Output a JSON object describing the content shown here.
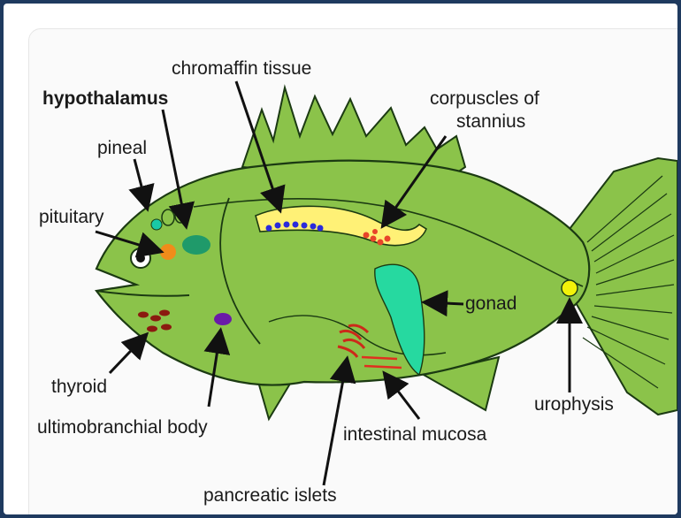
{
  "labels": {
    "chromaffin": "chromaffin tissue",
    "hypothalamus": "hypothalamus",
    "corpuscles_line1": "corpuscles of",
    "corpuscles_line2": "stannius",
    "pineal": "pineal",
    "pituitary": "pituitary",
    "gonad": "gonad",
    "thyroid": "thyroid",
    "ultimobranchial": "ultimobranchial body",
    "urophysis": "urophysis",
    "intestinal": "intestinal mucosa",
    "pancreatic": "pancreatic islets"
  },
  "colors": {
    "fish_body": "#8bc34a",
    "outline": "#1b3a12",
    "kidney_band": "#fff176",
    "chromaffin": "#2a2adb",
    "stannius": "#e8452a",
    "pituitary": "#f08c1a",
    "hypothalamus": "#1f9a6a",
    "pineal": "#19c9a6",
    "gonad": "#26d9a0",
    "urophysis": "#f2f20a",
    "thyroid": "#8b1a10",
    "ultimobranchial": "#6a1aa8",
    "pancreas": "#cc2a1a",
    "intestine": "#e0301f"
  }
}
